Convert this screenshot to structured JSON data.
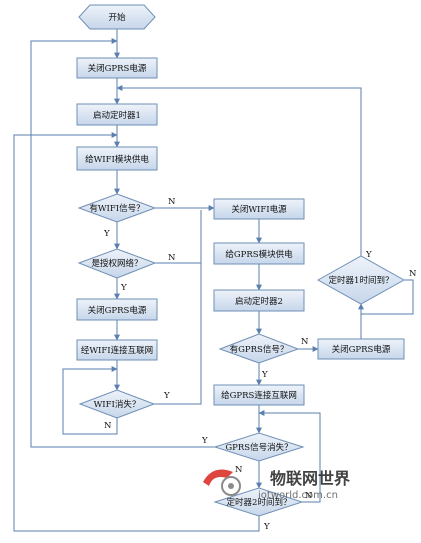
{
  "nodes": {
    "start": "开始",
    "close_gprs_power": "关闭GPRS电源",
    "start_timer1": "启动定时器1",
    "power_wifi_module": "给WIFI模块供电",
    "has_wifi_signal": "有WIFI信号？",
    "is_authorized_network": "是授权网络？",
    "close_gprs_power_2": "关闭GPRS电源",
    "wifi_connect_internet": "经WIFI连接互联网",
    "wifi_lost": "WIFI消失？",
    "close_wifi_power": "关闭WIFI电源",
    "power_gprs_module": "给GPRS模块供电",
    "start_timer2": "启动定时器2",
    "has_gprs_signal": "有GPRS信号？",
    "close_gprs_power_3": "关闭GPRS电源",
    "timer1_expired": "定时器1时间到？",
    "gprs_connect_internet": "给GPRS连接互联网",
    "gprs_signal_lost": "GPRS信号消失？",
    "timer2_expired": "定时器2时间到？"
  },
  "edge_labels": {
    "yes": "Y",
    "no": "N"
  },
  "watermark": {
    "name": "物联网世界",
    "url": "iotworld.com.cn"
  },
  "colors": {
    "box_fill_top": "#eef3fa",
    "box_fill_bottom": "#c6d6ea",
    "box_stroke": "#6f8fb5",
    "arrow": "#5b7fae",
    "logo_red": "#d9251d"
  }
}
